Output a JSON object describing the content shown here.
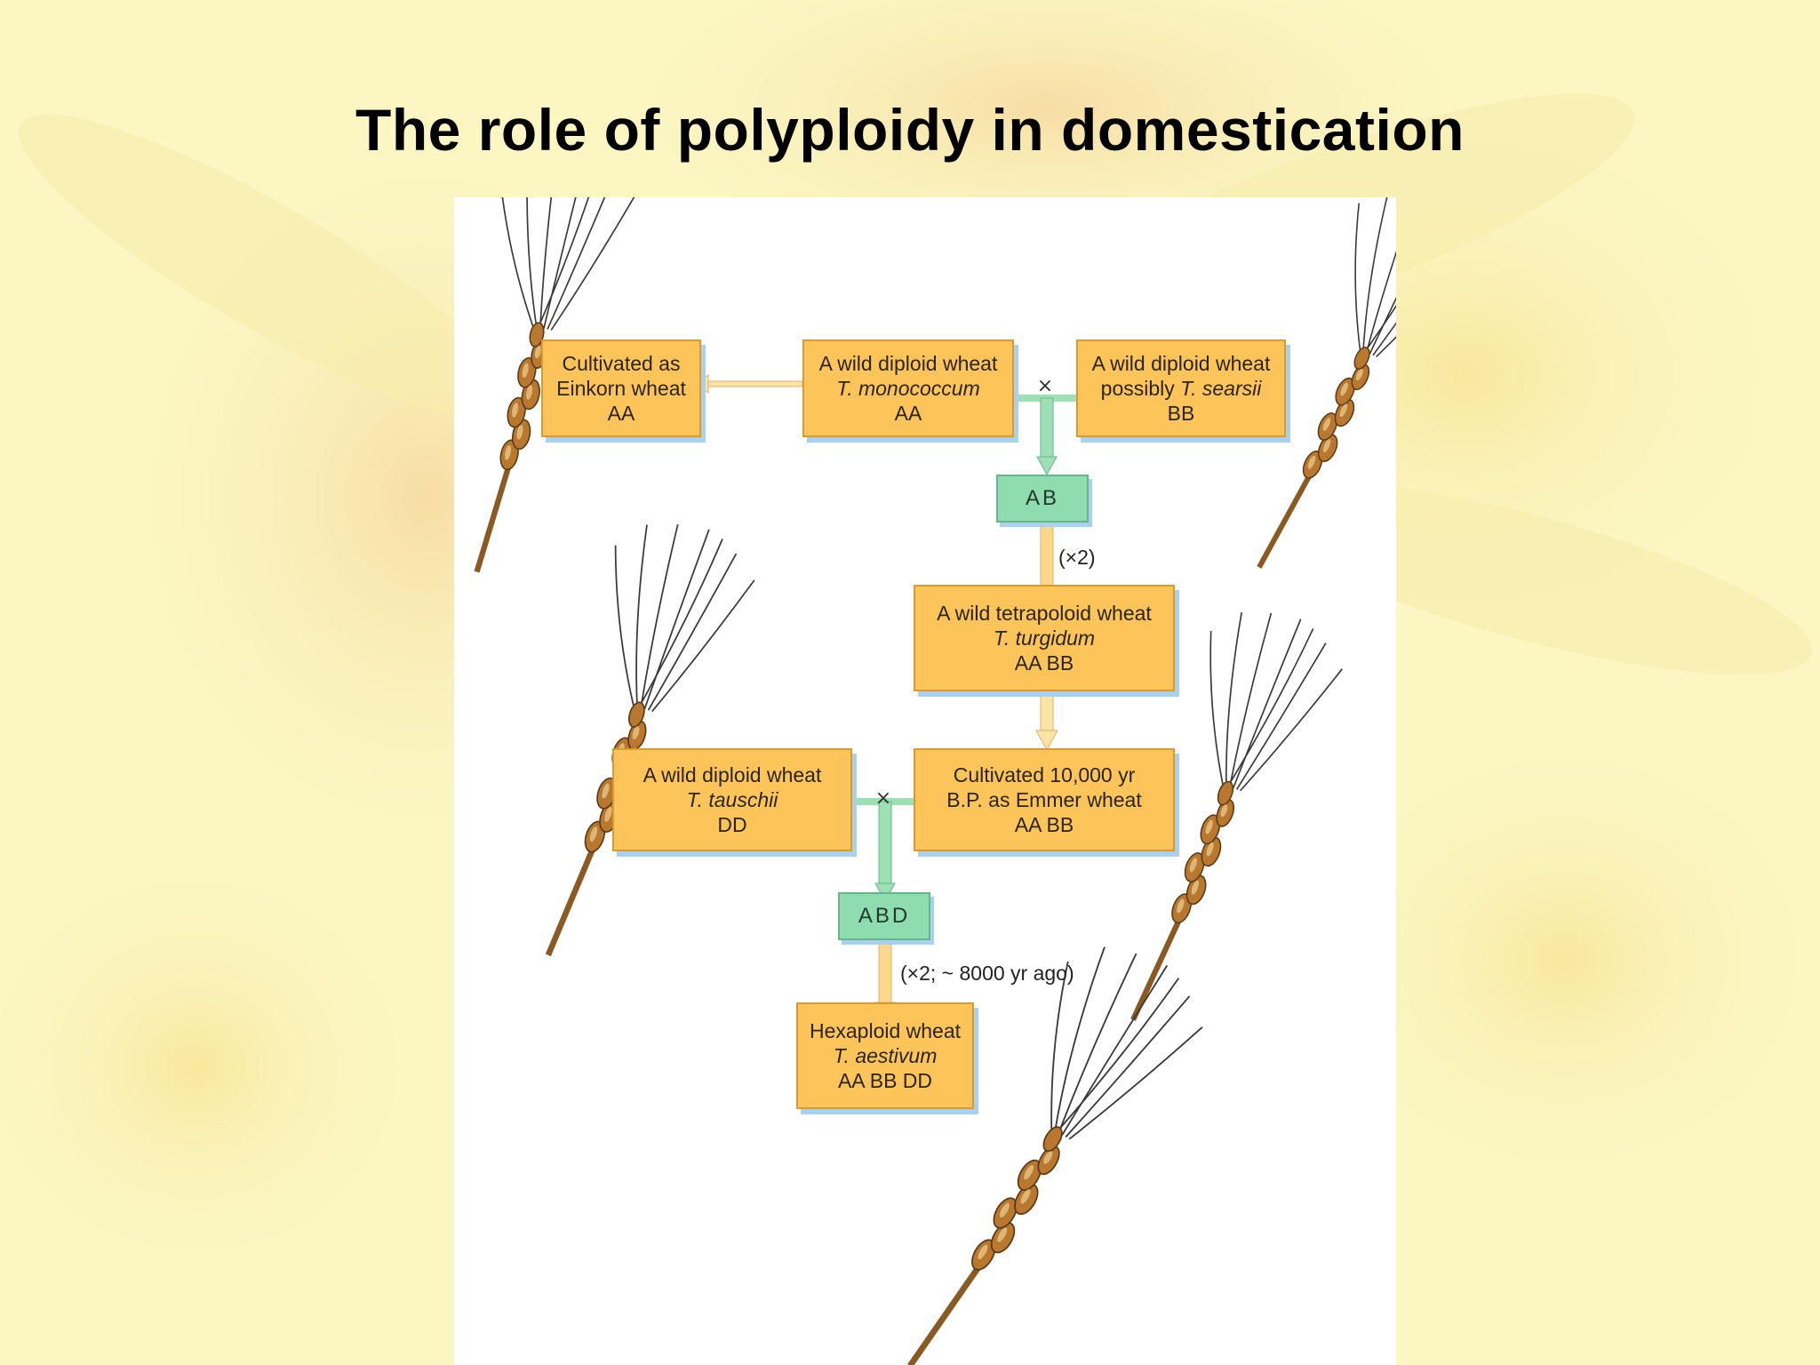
{
  "slide": {
    "title": "The role of polyploidy in domestication",
    "colors": {
      "background": "#fbf6c2",
      "box_fill": "#fdc45a",
      "hybrid_fill": "#8fdcb0",
      "arrow_green": "#9ee0b4",
      "arrow_orange": "#fdd88a",
      "shadow": "#a9d0ee"
    }
  },
  "diagram": {
    "einkorn": {
      "line1": "Cultivated as",
      "line2": "Einkorn wheat",
      "line3": "AA"
    },
    "monococcum": {
      "line1": "A wild diploid wheat",
      "line2": "T. monococcum",
      "line3": "AA"
    },
    "searsii": {
      "line1": "A wild diploid wheat",
      "line2a": "possibly ",
      "line2b": "T. searsii",
      "line3": "BB"
    },
    "hybrid_ab": {
      "label": "AB"
    },
    "note_x2": "(×2)",
    "turgidum": {
      "line1": "A wild tetrapoloid wheat",
      "line2": "T. turgidum",
      "line3": "AA BB"
    },
    "emmer": {
      "line1": "Cultivated 10,000 yr",
      "line2": "B.P. as Emmer wheat",
      "line3": "AA BB"
    },
    "tauschii": {
      "line1": "A wild diploid wheat",
      "line2": "T. tauschii",
      "line3": "DD"
    },
    "hybrid_abd": {
      "label": "ABD"
    },
    "note_x2_8000": "(×2; ~ 8000 yr ago)",
    "aestivum": {
      "line1": "Hexaploid wheat",
      "line2": "T. aestivum",
      "line3": "AA BB DD"
    },
    "cross_symbol": "×",
    "icons": [
      "wheat-ear-icon",
      "cross-symbol"
    ]
  }
}
